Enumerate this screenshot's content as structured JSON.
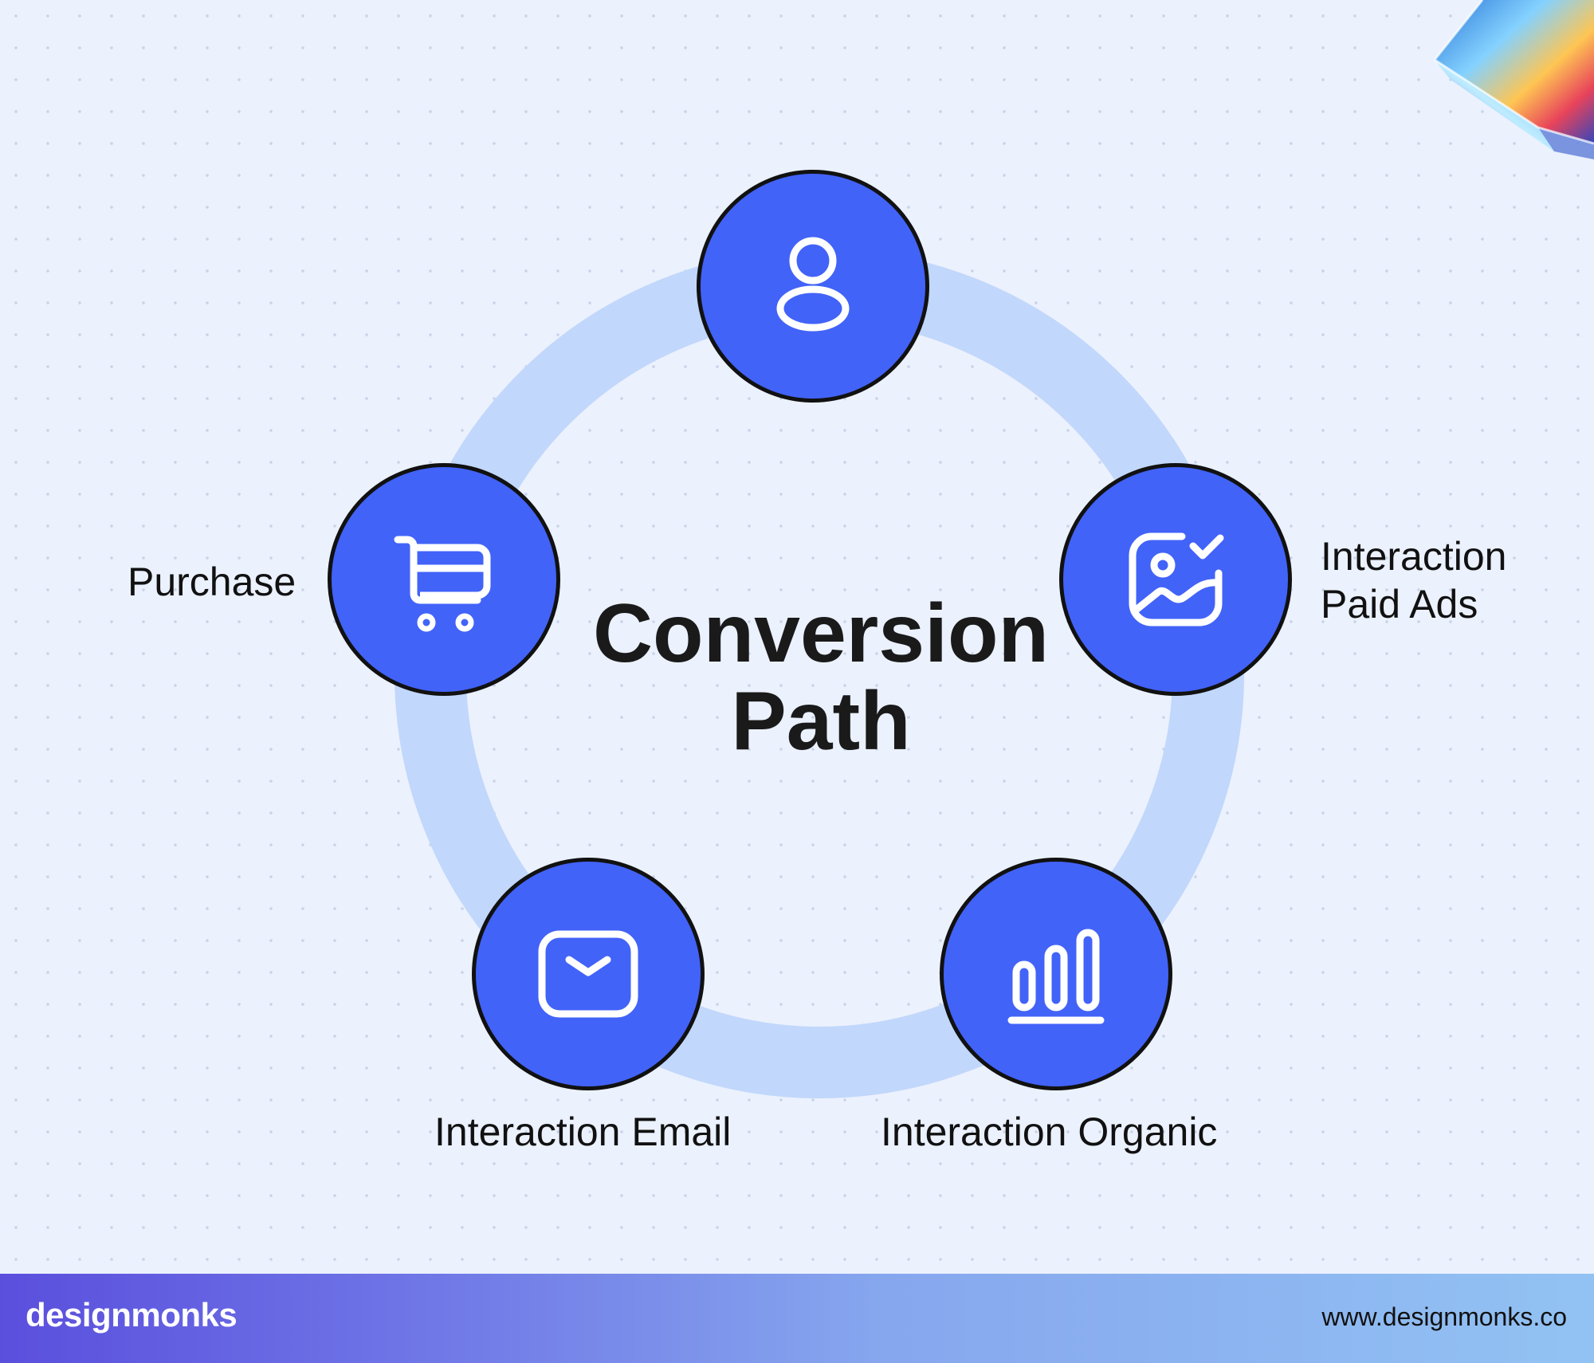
{
  "diagram": {
    "title_line1": "Conversion",
    "title_line2": "Path",
    "steps": [
      {
        "label": "",
        "icon": "user-icon"
      },
      {
        "label_line1": "Interaction",
        "label_line2": "Paid Ads",
        "icon": "image-check-icon"
      },
      {
        "label": "Interaction Organic",
        "icon": "bar-chart-icon"
      },
      {
        "label": "Interaction Email",
        "icon": "email-icon"
      },
      {
        "label": "Purchase",
        "icon": "shopping-cart-icon"
      }
    ]
  },
  "footer": {
    "brand": "designmonks",
    "website": "www.designmonks.co"
  },
  "colors": {
    "background": "#ebf1fd",
    "node_fill": "#4263f8",
    "ring": "#c1d7fb",
    "text": "#111111"
  }
}
